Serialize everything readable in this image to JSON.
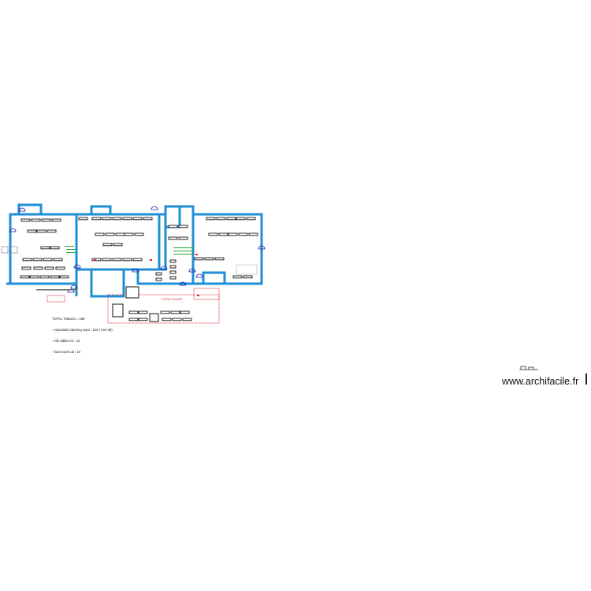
{
  "plan": {
    "food_court_label": "FOOD COURT",
    "totals_lines": [
      "TOTAL TABLES = 168",
      "- exposants catering expo : 122 (+34+48)",
      "- info tables ch : 12",
      "- food court cat : 10"
    ],
    "colors": {
      "wall": "#1e8fd6",
      "door": "#1a1aa8",
      "table": "#111111",
      "food_court": "#e0202a",
      "info_zone": "#2ca02c"
    }
  },
  "footer": {
    "site": "www.archifacile.fr"
  }
}
